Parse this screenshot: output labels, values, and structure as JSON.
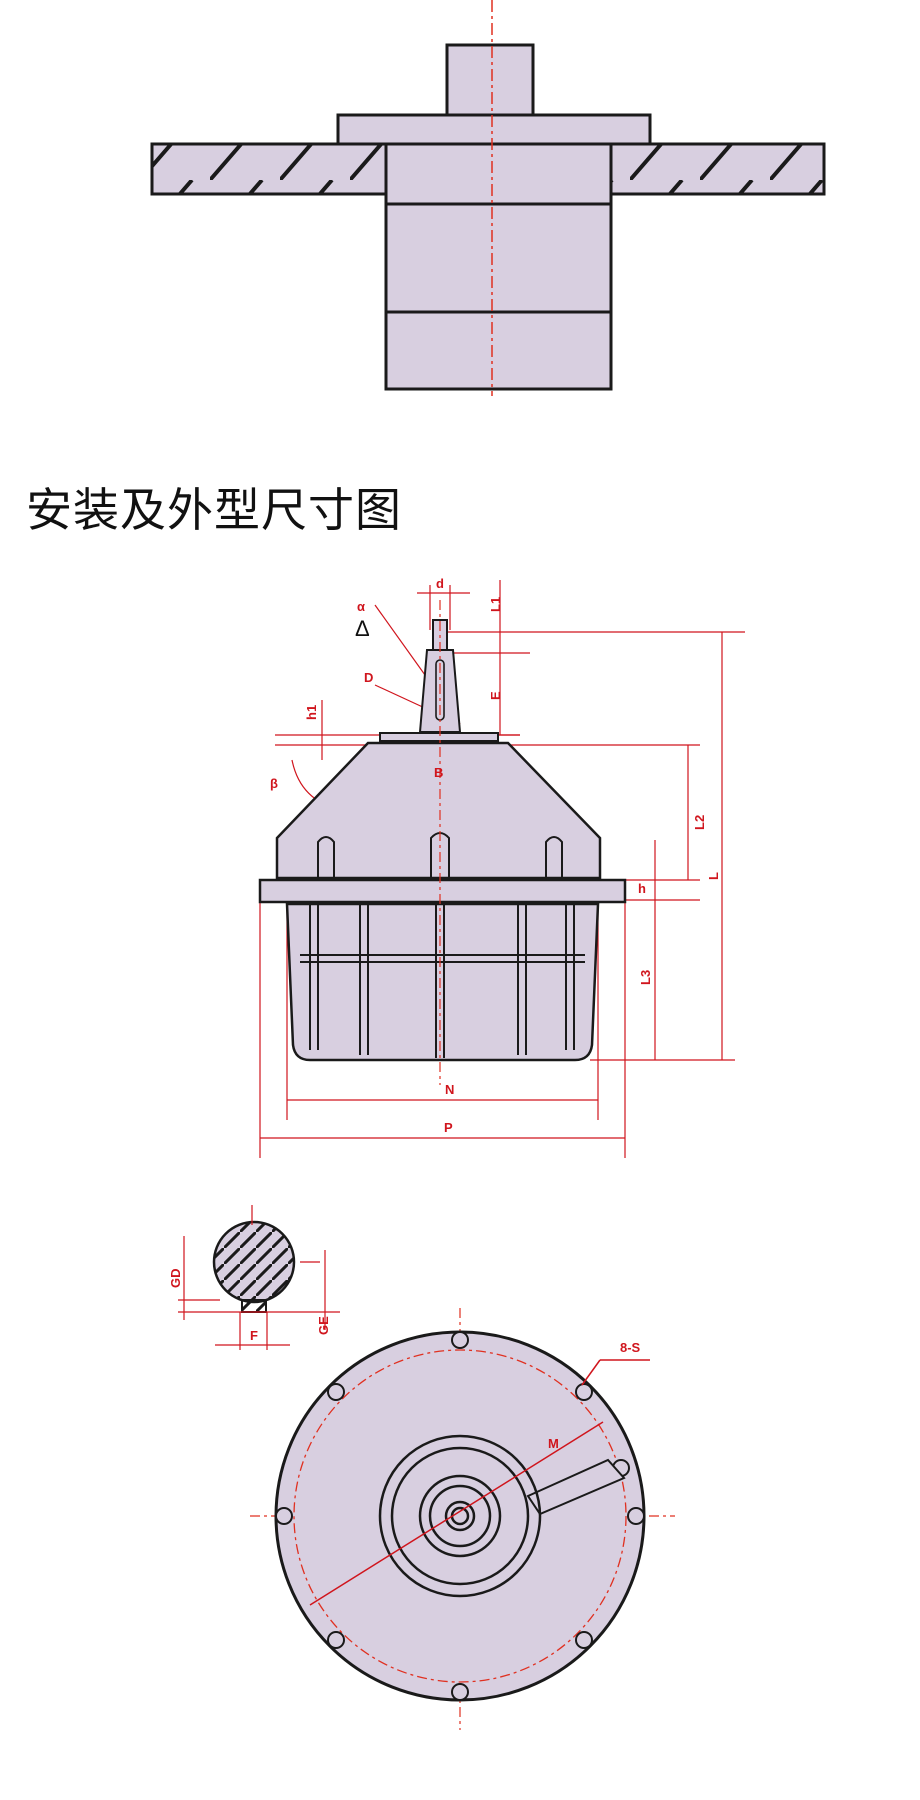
{
  "heading": "安装及外型尺寸图",
  "colors": {
    "body_fill": "#d8cfe0",
    "outline": "#1a1a1a",
    "dimension": "#d0151d",
    "centerline": "#e03020"
  },
  "labels": {
    "alpha": "α",
    "delta": "Δ",
    "d": "d",
    "L1": "L1",
    "D": "D",
    "E": "E",
    "h1": "h1",
    "beta": "β",
    "B": "B",
    "L2": "L2",
    "L": "L",
    "h": "h",
    "L3": "L3",
    "N": "N",
    "P": "P",
    "GD": "GD",
    "GE": "GE",
    "F": "F",
    "holes": "8-S",
    "M": "M"
  }
}
